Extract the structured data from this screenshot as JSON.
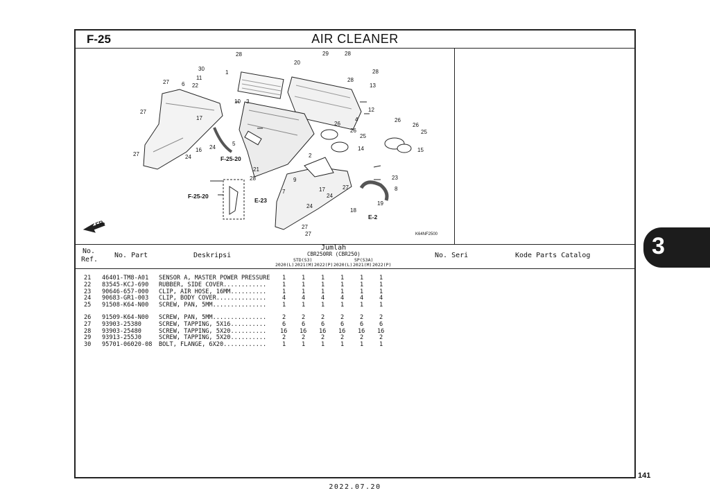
{
  "header": {
    "code": "F-25",
    "title": "AIR CLEANER"
  },
  "illustration": {
    "refs": [
      "F-25-20",
      "F-25-20",
      "E-23",
      "E-2",
      "K64NF2500"
    ],
    "front_mark": "FR.",
    "callouts": [
      "1",
      "2",
      "3",
      "4",
      "5",
      "6",
      "7",
      "8",
      "9",
      "10",
      "11",
      "12",
      "13",
      "14",
      "15",
      "16",
      "17",
      "18",
      "19",
      "20",
      "21",
      "22",
      "23",
      "24",
      "25",
      "26",
      "27",
      "28",
      "29",
      "30"
    ]
  },
  "table": {
    "headers": {
      "no_ref_1": "No.",
      "no_ref_2": "Ref.",
      "no_part": "No. Part",
      "deskripsi": "Deskripsi",
      "jumlah": "Jumlah",
      "model": "CBR250RR (CBR250)",
      "std": "STD(S3)",
      "sp": "SP(S3A)",
      "years": [
        "2020(L)",
        "2021(M)",
        "2022(P)",
        "2020(L)",
        "2021(M)",
        "2022(P)"
      ],
      "no_seri": "No. Seri",
      "kode": "Kode Parts Catalog"
    },
    "rows": [
      {
        "ref": "21",
        "part": "46401-TM8-A01",
        "desc": "SENSOR A, MASTER POWER PRESSURE",
        "q": [
          "1",
          "1",
          "1",
          "1",
          "1",
          "1"
        ]
      },
      {
        "ref": "22",
        "part": "83545-KCJ-690",
        "desc": "RUBBER, SIDE COVER............",
        "q": [
          "1",
          "1",
          "1",
          "1",
          "1",
          "1"
        ]
      },
      {
        "ref": "23",
        "part": "90646-657-000",
        "desc": "CLIP, AIR HOSE, 16MM..........",
        "q": [
          "1",
          "1",
          "1",
          "1",
          "1",
          "1"
        ]
      },
      {
        "ref": "24",
        "part": "90683-GR1-003",
        "desc": "CLIP, BODY COVER..............",
        "q": [
          "4",
          "4",
          "4",
          "4",
          "4",
          "4"
        ]
      },
      {
        "ref": "25",
        "part": "91508-K64-N00",
        "desc": "SCREW, PAN, 5MM...............",
        "q": [
          "1",
          "1",
          "1",
          "1",
          "1",
          "1"
        ]
      },
      {
        "ref": "26",
        "part": "91509-K64-N00",
        "desc": "SCREW, PAN, 5MM...............",
        "q": [
          "2",
          "2",
          "2",
          "2",
          "2",
          "2"
        ]
      },
      {
        "ref": "27",
        "part": "93903-25380",
        "desc": "SCREW, TAPPING, 5X16..........",
        "q": [
          "6",
          "6",
          "6",
          "6",
          "6",
          "6"
        ]
      },
      {
        "ref": "28",
        "part": "93903-25480",
        "desc": "SCREW, TAPPING, 5X20..........",
        "q": [
          "16",
          "16",
          "16",
          "16",
          "16",
          "16"
        ]
      },
      {
        "ref": "29",
        "part": "93913-255J0",
        "desc": "SCREW, TAPPING, 5X20..........",
        "q": [
          "2",
          "2",
          "2",
          "2",
          "2",
          "2"
        ]
      },
      {
        "ref": "30",
        "part": "95701-06020-08",
        "desc": "BOLT, FLANGE, 6X20............",
        "q": [
          "1",
          "1",
          "1",
          "1",
          "1",
          "1"
        ]
      }
    ]
  },
  "side_tab": "3",
  "page_number": "141",
  "footer_date": "2022.07.20"
}
